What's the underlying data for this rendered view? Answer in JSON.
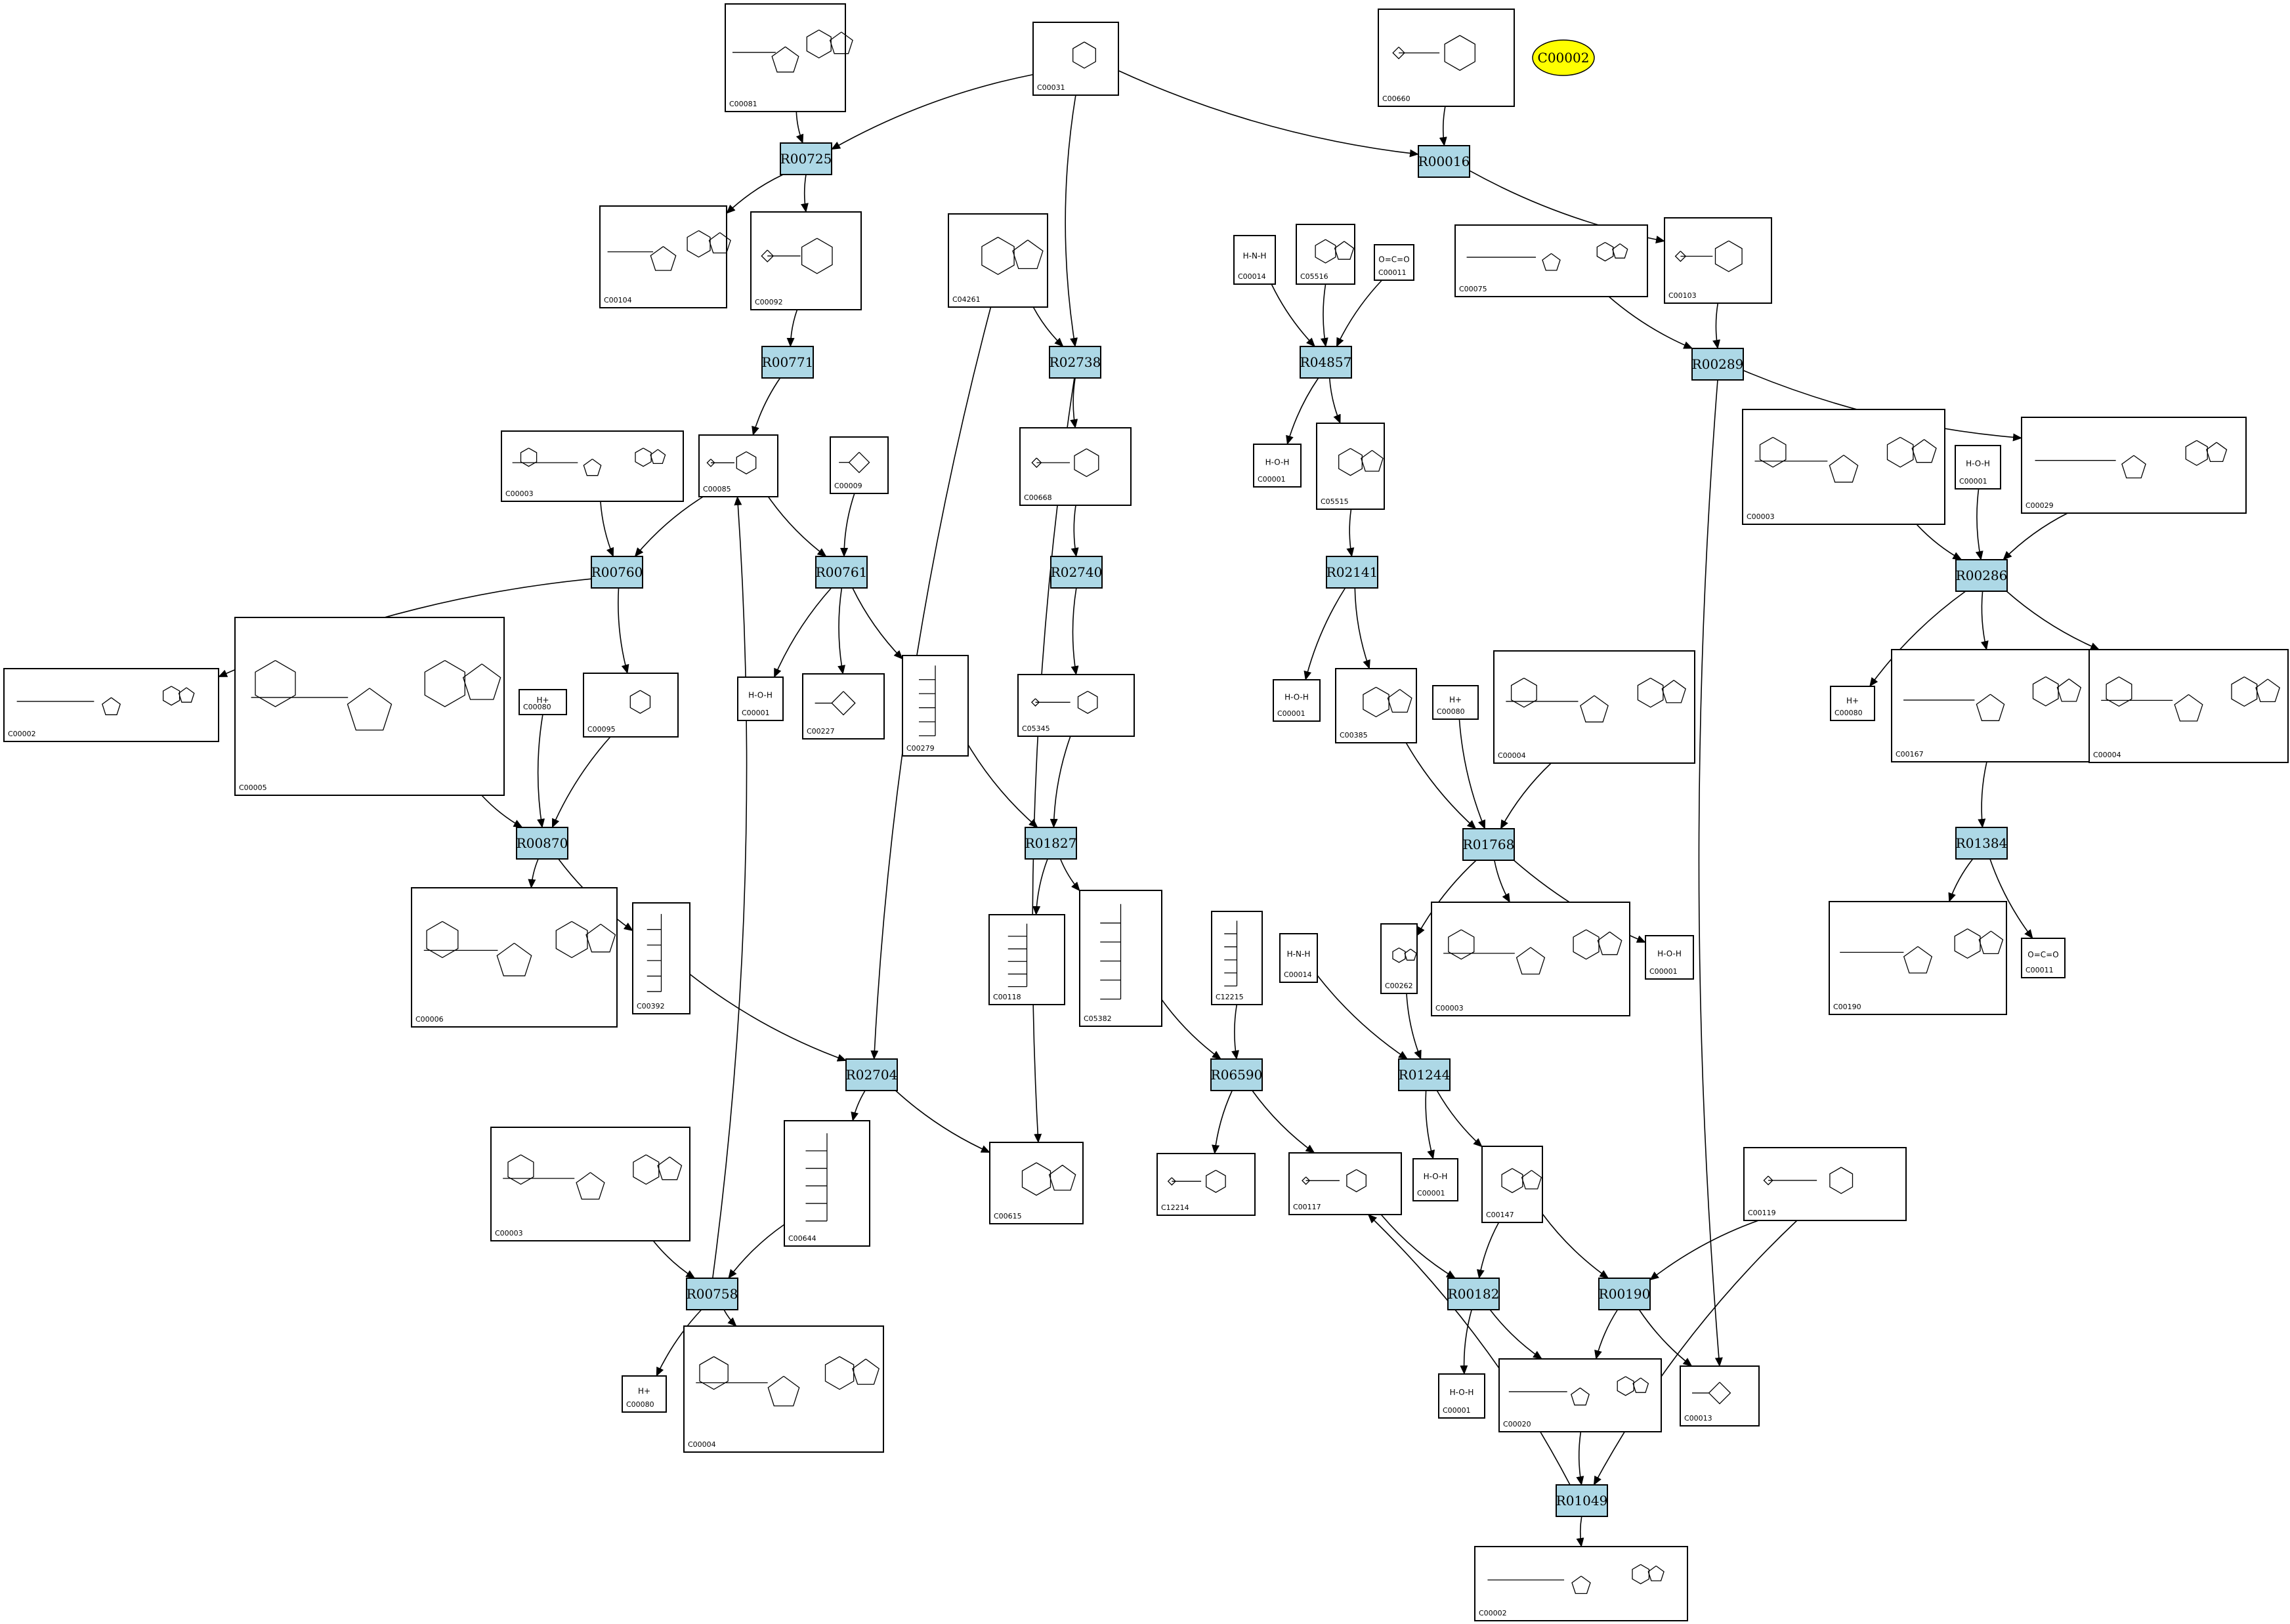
{
  "highlight": {
    "label": "C00002",
    "color": "#ffff00"
  },
  "colors": {
    "reaction": "#add8e6",
    "compound": "#ffffff",
    "edge": "#000000"
  },
  "reactions": [
    {
      "id": "R00725"
    },
    {
      "id": "R00016"
    },
    {
      "id": "R00771"
    },
    {
      "id": "R02738"
    },
    {
      "id": "R04857"
    },
    {
      "id": "R00289"
    },
    {
      "id": "R00760"
    },
    {
      "id": "R00761"
    },
    {
      "id": "R02740"
    },
    {
      "id": "R02141"
    },
    {
      "id": "R00286"
    },
    {
      "id": "R00870"
    },
    {
      "id": "R01827"
    },
    {
      "id": "R01768"
    },
    {
      "id": "R01384"
    },
    {
      "id": "R02704"
    },
    {
      "id": "R06590"
    },
    {
      "id": "R01244"
    },
    {
      "id": "R00758"
    },
    {
      "id": "R00182"
    },
    {
      "id": "R00190"
    },
    {
      "id": "R01049"
    }
  ],
  "compounds": [
    {
      "key": "n1",
      "id": "C00081",
      "glyph": "",
      "structure": "nucleotide"
    },
    {
      "key": "n2",
      "id": "C00031",
      "glyph": "",
      "structure": "sugar"
    },
    {
      "key": "n3",
      "id": "C00660",
      "glyph": "",
      "structure": "sugar-phosphate"
    },
    {
      "key": "n4",
      "id": "C00104",
      "glyph": "",
      "structure": "nucleotide"
    },
    {
      "key": "n5",
      "id": "C00092",
      "glyph": "",
      "structure": "sugar-phosphate"
    },
    {
      "key": "n6",
      "id": "C04261",
      "glyph": "",
      "structure": "ring"
    },
    {
      "key": "n7",
      "id": "C00014",
      "glyph": "H-N-H",
      "structure": "small"
    },
    {
      "key": "n8",
      "id": "C05516",
      "glyph": "",
      "structure": "ring"
    },
    {
      "key": "n9",
      "id": "C00011",
      "glyph": "O=C=O",
      "structure": "small"
    },
    {
      "key": "n10",
      "id": "C00075",
      "glyph": "",
      "structure": "nucleotide"
    },
    {
      "key": "n11",
      "id": "C00103",
      "glyph": "",
      "structure": "sugar-phosphate"
    },
    {
      "key": "n12",
      "id": "C00003",
      "glyph": "",
      "structure": "dinucleotide"
    },
    {
      "key": "n13",
      "id": "C00085",
      "glyph": "",
      "structure": "sugar-phosphate"
    },
    {
      "key": "n14",
      "id": "C00009",
      "glyph": "",
      "structure": "phosphate"
    },
    {
      "key": "n15",
      "id": "C00668",
      "glyph": "",
      "structure": "sugar-phosphate"
    },
    {
      "key": "n16",
      "id": "C00001",
      "glyph": "H-O-H",
      "structure": "small"
    },
    {
      "key": "n17",
      "id": "C05515",
      "glyph": "",
      "structure": "ring"
    },
    {
      "key": "n18",
      "id": "C00003",
      "glyph": "",
      "structure": "dinucleotide"
    },
    {
      "key": "n19",
      "id": "C00001",
      "glyph": "H-O-H",
      "structure": "small"
    },
    {
      "key": "n20",
      "id": "C00029",
      "glyph": "",
      "structure": "nucleotide"
    },
    {
      "key": "n21",
      "id": "C00002",
      "glyph": "",
      "structure": "nucleotide"
    },
    {
      "key": "n22",
      "id": "C00005",
      "glyph": "",
      "structure": "dinucleotide"
    },
    {
      "key": "n23",
      "id": "C00080",
      "glyph": "H+",
      "structure": "small"
    },
    {
      "key": "n24",
      "id": "C00095",
      "glyph": "",
      "structure": "sugar"
    },
    {
      "key": "n25",
      "id": "C00001",
      "glyph": "H-O-H",
      "structure": "small"
    },
    {
      "key": "n26",
      "id": "C00227",
      "glyph": "",
      "structure": "phosphate"
    },
    {
      "key": "n27",
      "id": "C00279",
      "glyph": "",
      "structure": "chain"
    },
    {
      "key": "n28",
      "id": "C05345",
      "glyph": "",
      "structure": "sugar-phosphate"
    },
    {
      "key": "n29",
      "id": "C00001",
      "glyph": "H-O-H",
      "structure": "small"
    },
    {
      "key": "n30",
      "id": "C00385",
      "glyph": "",
      "structure": "ring"
    },
    {
      "key": "n31",
      "id": "C00080",
      "glyph": "H+",
      "structure": "small"
    },
    {
      "key": "n32",
      "id": "C00004",
      "glyph": "",
      "structure": "dinucleotide"
    },
    {
      "key": "n33",
      "id": "C00080",
      "glyph": "H+",
      "structure": "small"
    },
    {
      "key": "n34",
      "id": "C00167",
      "glyph": "",
      "structure": "nucleotide"
    },
    {
      "key": "n35",
      "id": "C00004",
      "glyph": "",
      "structure": "dinucleotide"
    },
    {
      "key": "n36",
      "id": "C00006",
      "glyph": "",
      "structure": "dinucleotide"
    },
    {
      "key": "n37",
      "id": "C00392",
      "glyph": "",
      "structure": "chain"
    },
    {
      "key": "n38",
      "id": "C00118",
      "glyph": "",
      "structure": "chain"
    },
    {
      "key": "n39",
      "id": "C05382",
      "glyph": "",
      "structure": "chain"
    },
    {
      "key": "n40",
      "id": "C12215",
      "glyph": "",
      "structure": "chain"
    },
    {
      "key": "n41",
      "id": "C00014",
      "glyph": "H-N-H",
      "structure": "small"
    },
    {
      "key": "n42",
      "id": "C00262",
      "glyph": "",
      "structure": "ring"
    },
    {
      "key": "n43",
      "id": "C00003",
      "glyph": "",
      "structure": "dinucleotide"
    },
    {
      "key": "n44",
      "id": "C00001",
      "glyph": "H-O-H",
      "structure": "small"
    },
    {
      "key": "n45",
      "id": "C00190",
      "glyph": "",
      "structure": "nucleotide"
    },
    {
      "key": "n46",
      "id": "C00011",
      "glyph": "O=C=O",
      "structure": "small"
    },
    {
      "key": "n47",
      "id": "C00003",
      "glyph": "",
      "structure": "dinucleotide"
    },
    {
      "key": "n48",
      "id": "C00644",
      "glyph": "",
      "structure": "chain"
    },
    {
      "key": "n49",
      "id": "C00615",
      "glyph": "",
      "structure": "ring"
    },
    {
      "key": "n50",
      "id": "C12214",
      "glyph": "",
      "structure": "sugar-phosphate"
    },
    {
      "key": "n51",
      "id": "C00117",
      "glyph": "",
      "structure": "sugar-phosphate"
    },
    {
      "key": "n52",
      "id": "C00001",
      "glyph": "H-O-H",
      "structure": "small"
    },
    {
      "key": "n53",
      "id": "C00147",
      "glyph": "",
      "structure": "ring"
    },
    {
      "key": "n54",
      "id": "C00119",
      "glyph": "",
      "structure": "sugar-phosphate"
    },
    {
      "key": "n55",
      "id": "C00080",
      "glyph": "H+",
      "structure": "small"
    },
    {
      "key": "n56",
      "id": "C00004",
      "glyph": "",
      "structure": "dinucleotide"
    },
    {
      "key": "n57",
      "id": "C00001",
      "glyph": "H-O-H",
      "structure": "small"
    },
    {
      "key": "n58",
      "id": "C00020",
      "glyph": "",
      "structure": "nucleotide"
    },
    {
      "key": "n59",
      "id": "C00013",
      "glyph": "",
      "structure": "phosphate"
    },
    {
      "key": "n60",
      "id": "C00002",
      "glyph": "",
      "structure": "nucleotide"
    }
  ],
  "edges": [
    [
      "n1",
      "R00725"
    ],
    [
      "n2",
      "R00725"
    ],
    [
      "n2",
      "R02738"
    ],
    [
      "n2",
      "R00016"
    ],
    [
      "n3",
      "R00016"
    ],
    [
      "R00725",
      "n4"
    ],
    [
      "R00725",
      "n5"
    ],
    [
      "R00016",
      "n11"
    ],
    [
      "n5",
      "R00771"
    ],
    [
      "n6",
      "R02738"
    ],
    [
      "n6",
      "R02704"
    ],
    [
      "n7",
      "R04857"
    ],
    [
      "n8",
      "R04857"
    ],
    [
      "n9",
      "R04857"
    ],
    [
      "n10",
      "R00289"
    ],
    [
      "n11",
      "R00289"
    ],
    [
      "R00771",
      "n13"
    ],
    [
      "n12",
      "R00760"
    ],
    [
      "n13",
      "R00760"
    ],
    [
      "n13",
      "R00761"
    ],
    [
      "n14",
      "R00761"
    ],
    [
      "R02738",
      "n15"
    ],
    [
      "R02738",
      "n49"
    ],
    [
      "R04857",
      "n16"
    ],
    [
      "R04857",
      "n17"
    ],
    [
      "R00289",
      "n20"
    ],
    [
      "R00289",
      "n59"
    ],
    [
      "n18",
      "R00286"
    ],
    [
      "n19",
      "R00286"
    ],
    [
      "n20",
      "R00286"
    ],
    [
      "R00760",
      "n21"
    ],
    [
      "R00760",
      "n24"
    ],
    [
      "R00761",
      "n25"
    ],
    [
      "R00761",
      "n26"
    ],
    [
      "R00761",
      "n27"
    ],
    [
      "n15",
      "R02740"
    ],
    [
      "R02740",
      "n28"
    ],
    [
      "n17",
      "R02141"
    ],
    [
      "R02141",
      "n29"
    ],
    [
      "R02141",
      "n30"
    ],
    [
      "R00286",
      "n33"
    ],
    [
      "R00286",
      "n34"
    ],
    [
      "R00286",
      "n35"
    ],
    [
      "n22",
      "R00870"
    ],
    [
      "n23",
      "R00870"
    ],
    [
      "n24",
      "R00870"
    ],
    [
      "R00870",
      "n36"
    ],
    [
      "R00870",
      "n37"
    ],
    [
      "n27",
      "R01827"
    ],
    [
      "n28",
      "R01827"
    ],
    [
      "R01827",
      "n38"
    ],
    [
      "R01827",
      "n39"
    ],
    [
      "n30",
      "R01768"
    ],
    [
      "n31",
      "R01768"
    ],
    [
      "n32",
      "R01768"
    ],
    [
      "R01768",
      "n42"
    ],
    [
      "R01768",
      "n43"
    ],
    [
      "R01768",
      "n44"
    ],
    [
      "n34",
      "R01384"
    ],
    [
      "R01384",
      "n45"
    ],
    [
      "R01384",
      "n46"
    ],
    [
      "n37",
      "R02704"
    ],
    [
      "R02704",
      "n48"
    ],
    [
      "R02704",
      "n49"
    ],
    [
      "n39",
      "R06590"
    ],
    [
      "n40",
      "R06590"
    ],
    [
      "R06590",
      "n50"
    ],
    [
      "R06590",
      "n51"
    ],
    [
      "n41",
      "R01244"
    ],
    [
      "n42",
      "R01244"
    ],
    [
      "R01244",
      "n52"
    ],
    [
      "R01244",
      "n53"
    ],
    [
      "n47",
      "R00758"
    ],
    [
      "n48",
      "R00758"
    ],
    [
      "R00758",
      "n13"
    ],
    [
      "R00758",
      "n55"
    ],
    [
      "R00758",
      "n56"
    ],
    [
      "n51",
      "R00182"
    ],
    [
      "n53",
      "R00182"
    ],
    [
      "n53",
      "R00190"
    ],
    [
      "n54",
      "R00190"
    ],
    [
      "n54",
      "R01049"
    ],
    [
      "R00182",
      "n57"
    ],
    [
      "R00182",
      "n58"
    ],
    [
      "R00190",
      "n58"
    ],
    [
      "R00190",
      "n59"
    ],
    [
      "n58",
      "R01049"
    ],
    [
      "R01049",
      "n51"
    ],
    [
      "R01049",
      "n60"
    ]
  ]
}
